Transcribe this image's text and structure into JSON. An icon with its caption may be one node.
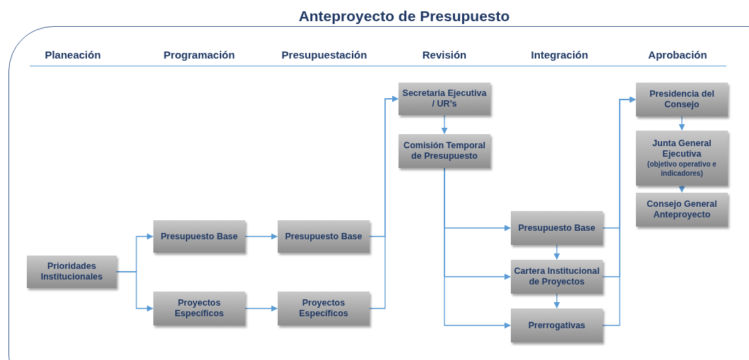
{
  "diagram": {
    "title": "Anteproyecto de Presupuesto",
    "nodes": [
      {
        "text": [
          "Prioridades Institucionales"
        ]
      },
      {
        "text": [
          "Presupuesto Base"
        ]
      },
      {
        "text": [
          "Proyectos Específicos"
        ]
      },
      {
        "text": [
          "Presupuesto Base"
        ]
      },
      {
        "text": [
          "Proyectos Específicos"
        ]
      },
      {
        "text": [
          "Secretaria Ejecutiva /  UR’s"
        ]
      },
      {
        "text": [
          "Comisión Temporal de Presupuesto"
        ]
      },
      {
        "text": [
          "Presupuesto Base"
        ]
      },
      {
        "text": [
          "Cartera Institucional de Proyectos"
        ]
      },
      {
        "text": [
          "Prerrogativas"
        ]
      },
      {
        "text": [
          "Presidencia del Consejo"
        ]
      },
      {
        "text": [
          "Junta General Ejecutiva",
          "(objetivo operativo e indicadores)"
        ]
      },
      {
        "text": [
          "Consejo General Anteproyecto"
        ]
      }
    ],
    "edges": [
      {
        "from": 0,
        "to": 1,
        "arrow": "to"
      },
      {
        "from": 0,
        "to": 2,
        "arrow": "to"
      },
      {
        "from": 1,
        "to": 3,
        "arrow": "to"
      },
      {
        "from": 2,
        "to": 4,
        "arrow": "to"
      },
      {
        "from": 3,
        "to": 5,
        "arrow": "to"
      },
      {
        "from": 4,
        "to": 5,
        "arrow": "to"
      },
      {
        "from": 5,
        "to": 6,
        "arrow": "to"
      },
      {
        "from": 6,
        "to": 7,
        "arrow": "to"
      },
      {
        "from": 6,
        "to": 8,
        "arrow": "to"
      },
      {
        "from": 6,
        "to": 9,
        "arrow": "to"
      },
      {
        "from": 7,
        "to": 8,
        "arrow": "to"
      },
      {
        "from": 8,
        "to": 9,
        "arrow": "to"
      },
      {
        "from": 7,
        "to": 10,
        "arrow": "to"
      },
      {
        "from": 8,
        "to": 10,
        "arrow": "to"
      },
      {
        "from": 9,
        "to": 10,
        "arrow": "to"
      },
      {
        "from": 10,
        "to": 11,
        "arrow": "to"
      },
      {
        "from": 11,
        "to": 12,
        "arrow": "to"
      }
    ],
    "labels": [
      "Planeación",
      "Programación",
      "Presupuestación",
      "Revisión",
      "Integración",
      "Aprobación"
    ]
  }
}
